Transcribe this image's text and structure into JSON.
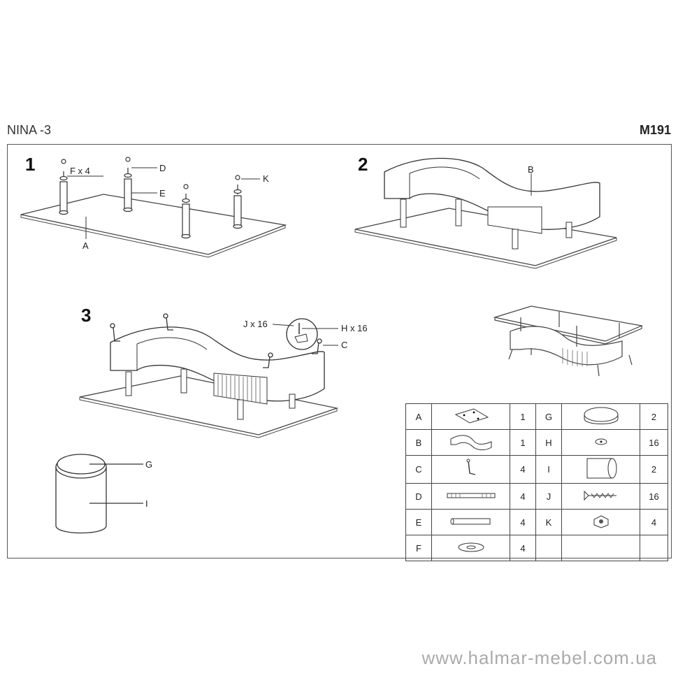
{
  "header": {
    "model_name": "NINA -3",
    "code": "M191"
  },
  "steps": [
    {
      "number": "1",
      "labels": {
        "f": "F x 4",
        "d": "D",
        "e": "E",
        "k": "K",
        "a": "A"
      }
    },
    {
      "number": "2",
      "labels": {
        "b": "B"
      }
    },
    {
      "number": "3",
      "labels": {
        "j": "J x 16",
        "h": "H x 16",
        "c": "C"
      }
    }
  ],
  "stool_labels": {
    "g": "G",
    "i": "I"
  },
  "parts_table": {
    "rows": [
      {
        "left": {
          "letter": "A",
          "icon": "glass-top-icon",
          "qty": "1"
        },
        "right": {
          "letter": "G",
          "icon": "cushion-disc-icon",
          "qty": "2"
        }
      },
      {
        "left": {
          "letter": "B",
          "icon": "s-frame-icon",
          "qty": "1"
        },
        "right": {
          "letter": "H",
          "icon": "washer-small-icon",
          "qty": "16"
        }
      },
      {
        "left": {
          "letter": "C",
          "icon": "glass-holder-icon",
          "qty": "4"
        },
        "right": {
          "letter": "I",
          "icon": "stool-body-icon",
          "qty": "2"
        }
      },
      {
        "left": {
          "letter": "D",
          "icon": "threaded-rod-icon",
          "qty": "4"
        },
        "right": {
          "letter": "J",
          "icon": "screw-icon",
          "qty": "16"
        }
      },
      {
        "left": {
          "letter": "E",
          "icon": "leg-tube-icon",
          "qty": "4"
        },
        "right": {
          "letter": "K",
          "icon": "nut-icon",
          "qty": "4"
        }
      },
      {
        "left": {
          "letter": "F",
          "icon": "washer-large-icon",
          "qty": "4"
        },
        "right": {
          "letter": "",
          "icon": "",
          "qty": ""
        }
      }
    ]
  },
  "footer": {
    "website": "www.halmar-mebel.com.ua"
  }
}
